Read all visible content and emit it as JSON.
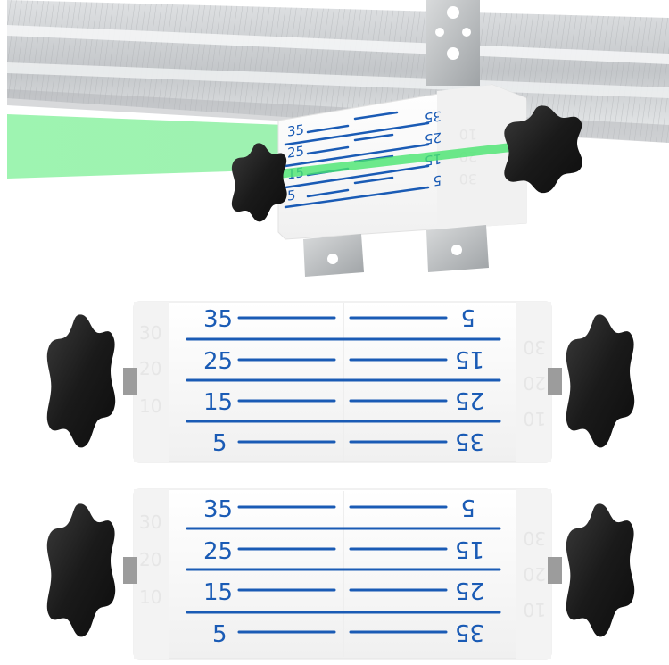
{
  "photo": {
    "subject": "laser-level-ceiling-targets",
    "colors": {
      "scale_blue": "#1a5bb5",
      "laser_green": "#3ee06a",
      "knob_black": "#1b1b1b",
      "body_white": "#f7f7f7",
      "metal_gray": "#b9bcbf"
    }
  },
  "top_assembly": {
    "left_scale": [
      "35",
      "25",
      "15",
      "5"
    ],
    "right_scale": [
      "5",
      "15",
      "25",
      "35"
    ],
    "side_marks": [
      "30",
      "20",
      "10"
    ]
  },
  "holders": [
    {
      "left_scale": [
        "35",
        "25",
        "15",
        "5"
      ],
      "right_scale": [
        "5",
        "15",
        "25",
        "35"
      ],
      "left_side_marks": [
        "30",
        "20",
        "10"
      ],
      "right_side_marks": [
        "10",
        "20",
        "30"
      ]
    },
    {
      "left_scale": [
        "35",
        "25",
        "15",
        "5"
      ],
      "right_scale": [
        "5",
        "15",
        "25",
        "35"
      ],
      "left_side_marks": [
        "30",
        "20",
        "10"
      ],
      "right_side_marks": [
        "10",
        "20",
        "30"
      ]
    }
  ]
}
